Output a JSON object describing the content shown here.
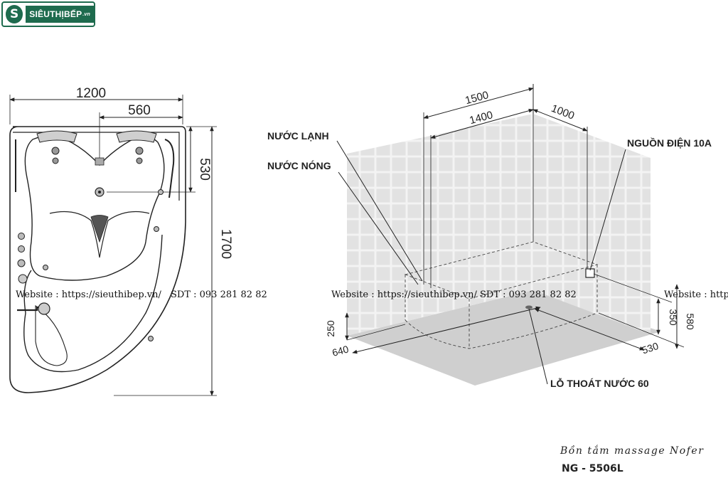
{
  "logo": {
    "mark": "S",
    "brand": "SIÊUTHỊBẾP",
    "suffix": ".vn"
  },
  "plan": {
    "width": "1200",
    "offset": "560",
    "outlet": "530",
    "length": "1700"
  },
  "install": {
    "wall_length": "1500",
    "wall_inner": "1400",
    "side_wall": "1000",
    "cold_water": "NƯỚC LẠNH",
    "hot_water": "NƯỚC NÓNG",
    "power": "NGUỒN ĐIỆN 10A",
    "drain": "LỖ THOÁT NƯỚC 60",
    "pipe_height": "250",
    "pipe_offset": "640",
    "socket_height": "350",
    "tub_height": "580",
    "drain_offset": "530"
  },
  "watermarks": [
    "Website : https://sieuthibep.vn/",
    "SDT : 093 281 82 82",
    "Website : https://sieuthibep.vn/ SDT : 093 281 82 82",
    "Website : http"
  ],
  "product": {
    "name": "Bồn tắm massage Nofer",
    "code": "NG - 5506L"
  },
  "colors": {
    "brand": "#1e6b4e",
    "tile": "#e6e6e6",
    "floor": "#c8c8c8",
    "line": "#222222"
  }
}
